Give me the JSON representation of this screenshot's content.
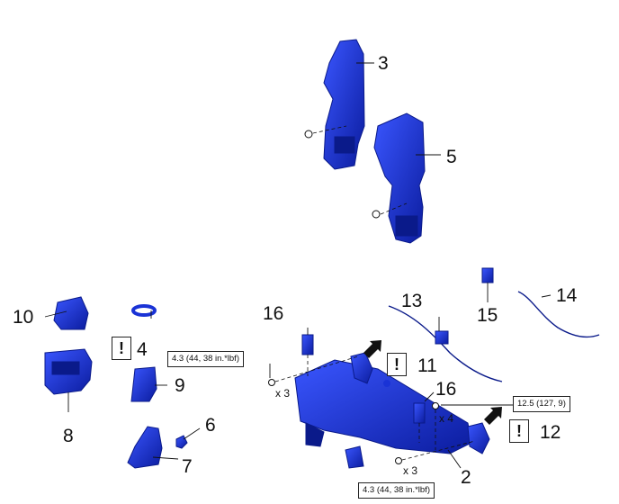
{
  "callouts": [
    "2",
    "3",
    "4",
    "5",
    "6",
    "7",
    "8",
    "9",
    "10",
    "11",
    "12",
    "13",
    "14",
    "15",
    "16",
    "16"
  ],
  "torque_specs": [
    "4.3 (44, 38 in.*lbf)",
    "12.5 (127, 9)",
    "4.3 (44, 38 in.*lbf)"
  ],
  "quantities": [
    "x 3",
    "x 4",
    "x 3"
  ],
  "caution_mark": "!",
  "colors": {
    "part_blue": "#1a33d6",
    "part_dark": "#0a1a8a",
    "line": "#111111"
  }
}
